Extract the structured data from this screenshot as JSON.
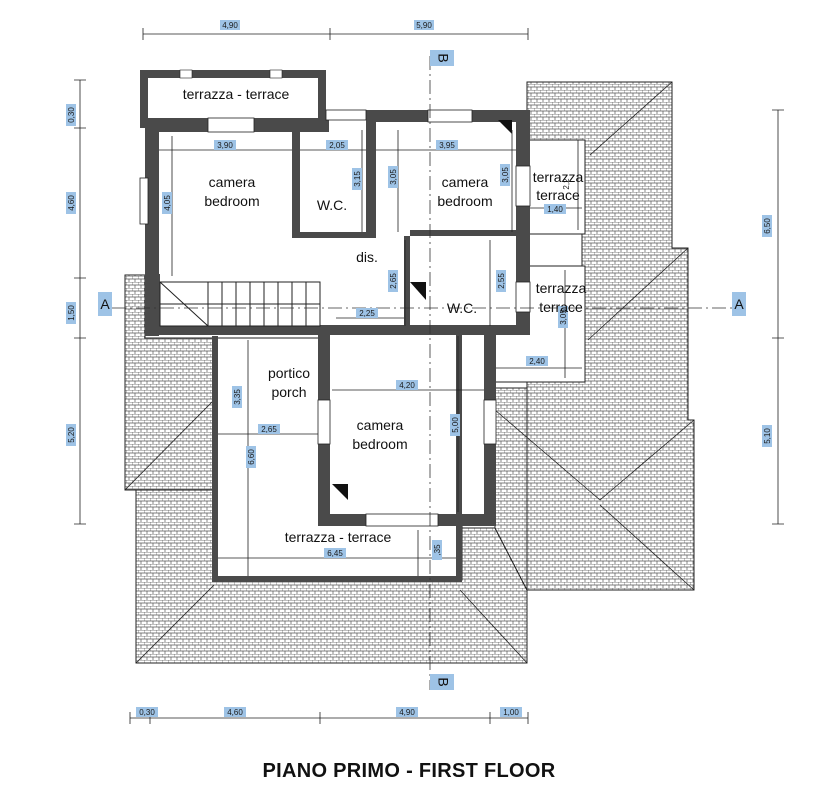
{
  "title": "PIANO PRIMO - FIRST FLOOR",
  "rooms": {
    "terrace_top": "terrazza - terrace",
    "bed1_it": "camera",
    "bed1_en": "bedroom",
    "wc1": "W.C.",
    "bed2_it": "camera",
    "bed2_en": "bedroom",
    "terrace_right1_it": "terrazza",
    "terrace_right1_en": "terrace",
    "dis": "dis.",
    "wc2": "W.C.",
    "terrace_right2_it": "terrazza",
    "terrace_right2_en": "terrace",
    "porch_it": "portico",
    "porch_en": "porch",
    "bed3_it": "camera",
    "bed3_en": "bedroom",
    "terrace_bottom": "terrazza - terrace"
  },
  "sections": {
    "a_left": "A",
    "a_right": "A",
    "b_top": "B",
    "b_bottom": "B"
  },
  "dims": {
    "top_1": "4,90",
    "top_2": "5,90",
    "bottom_1": "0,30",
    "bottom_2": "4,60",
    "bottom_3": "4,90",
    "bottom_4": "1,00",
    "left_1": "0,30",
    "left_2": "4,60",
    "left_3": "1,50",
    "left_4": "5,20",
    "right_1": "6,50",
    "right_2": "5,10",
    "bed1_w": "3,90",
    "bed1_h": "4,05",
    "wc1_w": "2,05",
    "wc1_h": "3,15",
    "bed2_w": "3,95",
    "bed2_h1": "3,05",
    "bed2_h2": "3,05",
    "terr_r1_w": "1,40",
    "terr_r1_h": "2,2",
    "dis_h": "2,65",
    "wc2_h": "2,55",
    "corr_w": "2,25",
    "terr_r2_w": "2,40",
    "terr_r2_h": "3,05",
    "bed3_w": "4,20",
    "bed3_h": "5,00",
    "porch_h": "3,35",
    "porch_w": "2,65",
    "porch_d": "6,60",
    "terr_b_w": "6,45",
    "terr_b_h": ",35"
  }
}
